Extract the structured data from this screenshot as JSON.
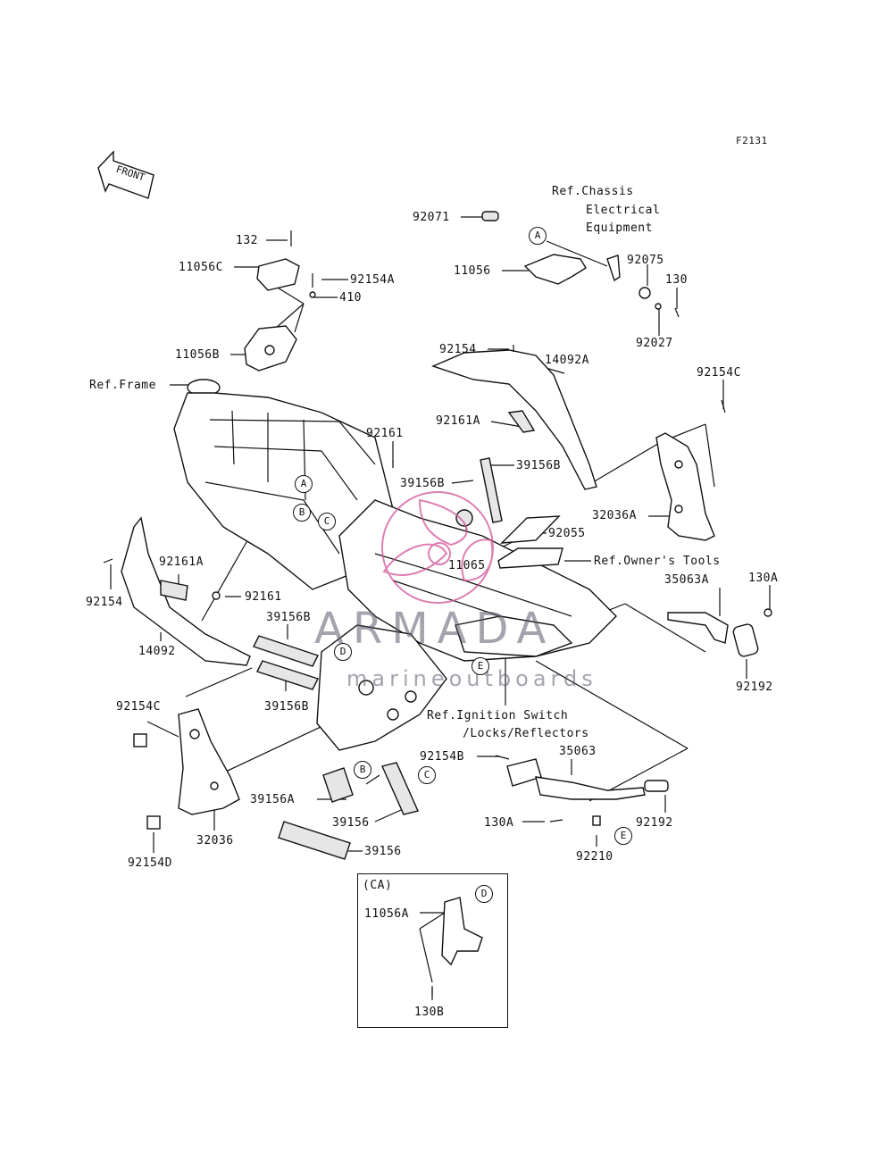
{
  "figure_code": "F2131",
  "front_arrow": "FRONT",
  "ref_chassis": [
    "Ref.Chassis",
    "Electrical",
    "Equipment"
  ],
  "ref_frame": "Ref.Frame",
  "ref_owners_tools": "Ref.Owner's Tools",
  "ref_ignition": [
    "Ref.Ignition Switch",
    "/Locks/Reflectors"
  ],
  "ca_label": "(CA)",
  "watermark": {
    "main": "ARMADA",
    "sub": "marineoutboards",
    "logo_color": "#d2559a"
  },
  "part_labels": {
    "p132": "132",
    "p11056C": "11056C",
    "p92154A": "92154A",
    "p410": "410",
    "p11056B": "11056B",
    "p92071": "92071",
    "p11056": "11056",
    "p92075": "92075",
    "p130": "130",
    "p92027": "92027",
    "p92154_top": "92154",
    "p14092A": "14092A",
    "p92154C_r": "92154C",
    "p92161A_top": "92161A",
    "p92161_mid": "92161",
    "p39156B_r": "39156B",
    "p39156B_c": "39156B",
    "p32036A": "32036A",
    "p92055": "92055",
    "p11065": "11065",
    "p35063A": "35063A",
    "p130A_r": "130A",
    "p92192_r": "92192",
    "p92161A_l": "92161A",
    "p92154_l": "92154",
    "p92161_l": "92161",
    "p39156B_l1": "39156B",
    "p14092": "14092",
    "p39156B_l2": "39156B",
    "p92154C_l": "92154C",
    "p92154B": "92154B",
    "p35063": "35063",
    "p39156A": "39156A",
    "p39156_a": "39156",
    "p39156_b": "39156",
    "p130A_b": "130A",
    "p92210": "92210",
    "p92192_b": "92192",
    "p32036": "32036",
    "p92154D": "92154D",
    "p11056A": "11056A",
    "p130B": "130B"
  },
  "callouts": {
    "a": "A",
    "b": "B",
    "c": "C",
    "d": "D",
    "e": "E"
  }
}
